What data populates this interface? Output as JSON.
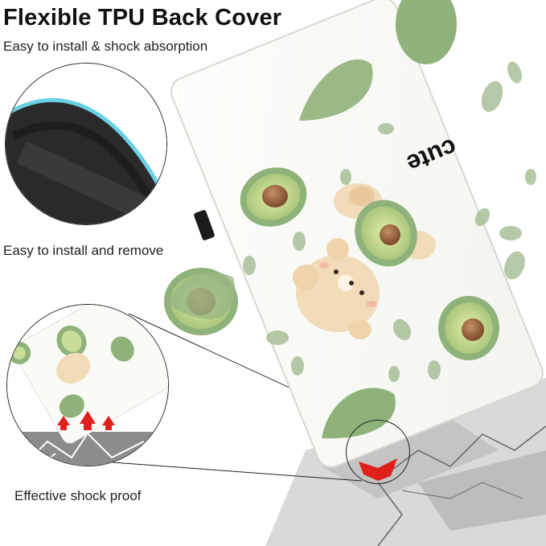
{
  "texts": {
    "title": "Flexible TPU Back Cover",
    "caption_top": "Easy to install & shock absorption",
    "caption_middle": "Easy to install and remove",
    "caption_bottom": "Effective shock proof",
    "cover_text": "cute"
  },
  "colors": {
    "background": "#ffffff",
    "avocado_skin": "#8fb17a",
    "avocado_flesh": "#c9dc9a",
    "avocado_pit": "#9a6a45",
    "bear": "#f1dbb8",
    "case_black": "#1f1f1f",
    "impact_red": "#e0201b"
  }
}
